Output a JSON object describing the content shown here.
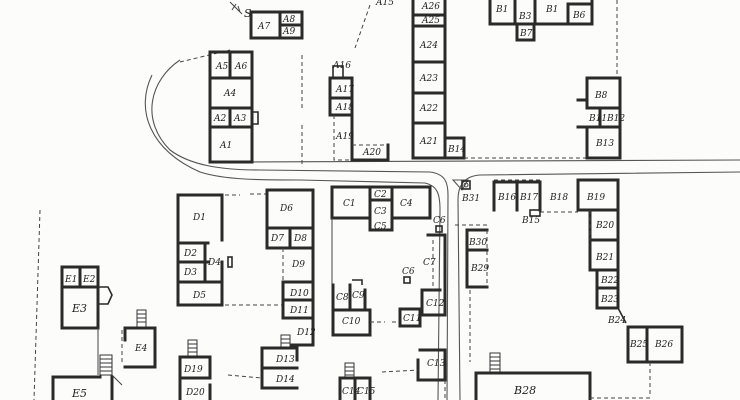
{
  "title": "Site plan of building complexes A–E",
  "compass": "S",
  "colors": {
    "ink": "#2a2a2a",
    "paper": "#fcfcfa"
  },
  "labels": {
    "A1": "A1",
    "A2": "A2",
    "A3": "A3",
    "A4": "A4",
    "A5": "A5",
    "A6": "A6",
    "A7": "A7",
    "A8": "A8",
    "A9": "A9",
    "A15": "A15",
    "A16": "A16",
    "A17": "A17",
    "A18": "A18",
    "A19": "A19",
    "A20": "A20",
    "A21": "A21",
    "A22": "A22",
    "A23": "A23",
    "A24": "A24",
    "A25": "A25",
    "A26": "A26",
    "B1": "B1",
    "B3": "B3",
    "B5": "B1",
    "B6": "B6",
    "B7": "B7",
    "B8": "B8",
    "B11": "B11",
    "B12": "B12",
    "B13": "B13",
    "B14": "B14",
    "B15": "B15",
    "B16": "B16",
    "B17": "B17",
    "B18": "B18",
    "B19": "B19",
    "B20": "B20",
    "B21": "B21",
    "B22": "B22",
    "B23": "B23",
    "B24": "B24",
    "B25": "B25",
    "B26": "B26",
    "B28": "B28",
    "B29": "B29",
    "B30": "B30",
    "B31": "B31",
    "C1": "C1",
    "C2": "C2",
    "C3": "C3",
    "C4": "C4",
    "C5": "C5",
    "C6a": "C6",
    "C6b": "C6",
    "C7": "C7",
    "C8": "C8",
    "C9": "C9",
    "C10": "C10",
    "C11": "C11",
    "C12": "C12",
    "C13": "C13",
    "C14": "C14",
    "C15": "C15",
    "D1": "D1",
    "D2": "D2",
    "D3": "D3",
    "D4": "D4",
    "D5": "D5",
    "D6": "D6",
    "D7": "D7",
    "D8": "D8",
    "D9": "D9",
    "D10": "D10",
    "D11": "D11",
    "D12": "D12",
    "D13": "D13",
    "D14": "D14",
    "D19": "D19",
    "D20": "D20",
    "E1": "E1",
    "E2": "E2",
    "E3": "E3",
    "E4": "E4",
    "E5": "E5"
  }
}
